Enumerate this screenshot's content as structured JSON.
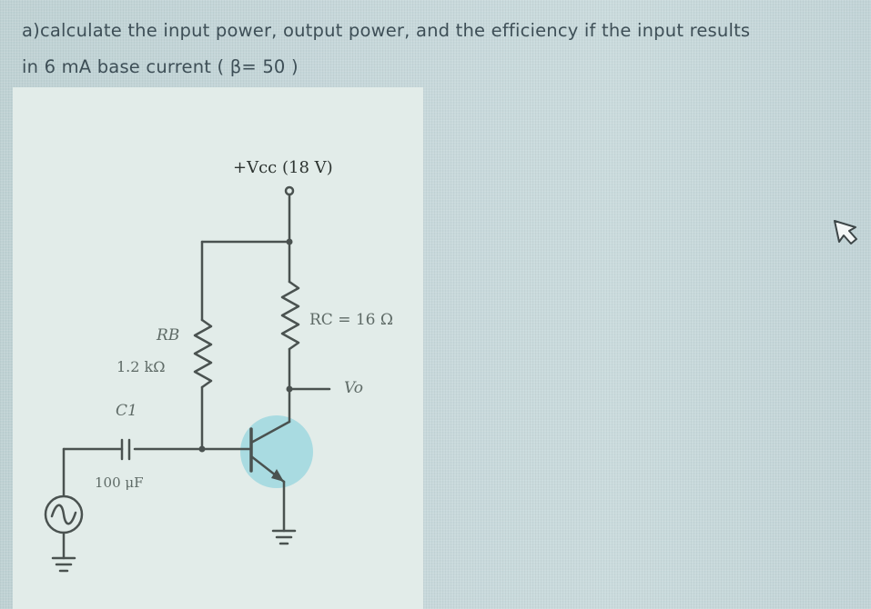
{
  "question": {
    "line1": "a)calculate the input power, output power, and the efficiency  if the input results",
    "line2": "in 6 mA  base current  ( β= 50 )"
  },
  "circuit": {
    "vcc_label": "+Vcc (18 V)",
    "rb_label": "RB",
    "rb_value": "1.2 kΩ",
    "c1_label": "C1",
    "c1_value": "100 μF",
    "rc_label": "RC = 16 Ω",
    "vo_label": "Vo"
  },
  "colors": {
    "text": "#3e4f57",
    "wire": "#4a5250",
    "panel": "#e2ece9",
    "transistor_highlight": "#a9dbe1"
  },
  "icons": {
    "cursor": "cursor-arrow-icon",
    "source": "ac-source-icon",
    "ground": "ground-icon"
  }
}
